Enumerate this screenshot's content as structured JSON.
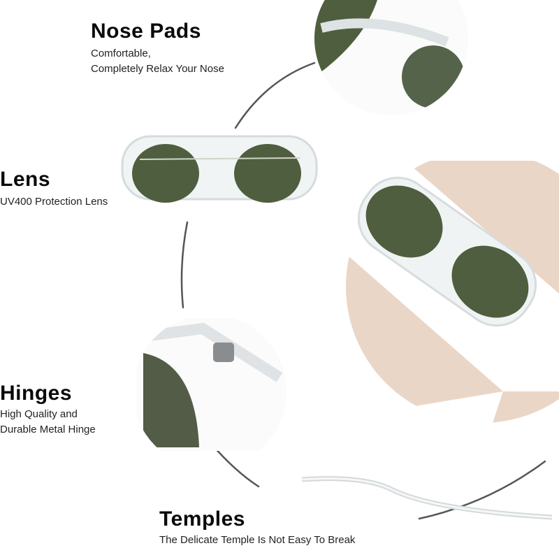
{
  "features": [
    {
      "title": "Nose Pads",
      "lines": [
        "Comfortable,",
        "Completely Relax Your Nose"
      ]
    },
    {
      "title": "Lens",
      "lines": [
        "UV400 Protection Lens"
      ]
    },
    {
      "title": "Hinges",
      "lines": [
        "High Quality and",
        "Durable Metal Hinge"
      ]
    },
    {
      "title": "Temples",
      "lines": [
        "The Delicate Temple Is Not Easy To Break"
      ]
    }
  ],
  "colors": {
    "lens": "#4f5e3e",
    "beige": "#e9d5c5",
    "frame": "#e6eaec",
    "arc": "#555555"
  }
}
